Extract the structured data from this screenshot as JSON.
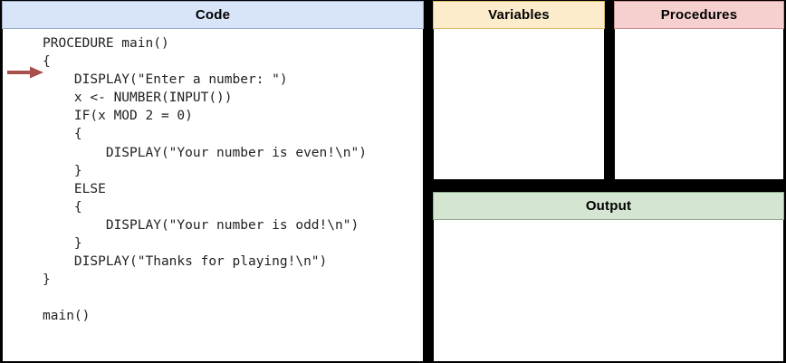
{
  "app": {
    "title": "Pseudocode Execution Visualizer",
    "accent_colors": {
      "code_header": "#d8e4f7",
      "variables_header": "#fceccb",
      "procedures_header": "#f6cfcf",
      "output_header": "#d4e6d1",
      "arrow": "#a8504c",
      "divider": "#000000",
      "panel_background": "#ffffff"
    }
  },
  "panels": {
    "code": {
      "title": "Code",
      "execution_pointer_line": 1,
      "lines": [
        "PROCEDURE main()",
        "{",
        "    DISPLAY(\"Enter a number: \")",
        "    x <- NUMBER(INPUT())",
        "    IF(x MOD 2 = 0)",
        "    {",
        "        DISPLAY(\"Your number is even!\\n\")",
        "    }",
        "    ELSE",
        "    {",
        "        DISPLAY(\"Your number is odd!\\n\")",
        "    }",
        "    DISPLAY(\"Thanks for playing!\\n\")",
        "}",
        "",
        "main()"
      ]
    },
    "variables": {
      "title": "Variables",
      "entries": [],
      "content": ""
    },
    "procedures": {
      "title": "Procedures",
      "entries": [],
      "content": ""
    },
    "output": {
      "title": "Output",
      "content": ""
    }
  },
  "icons": {
    "execution_arrow": "execution-arrow-icon"
  }
}
